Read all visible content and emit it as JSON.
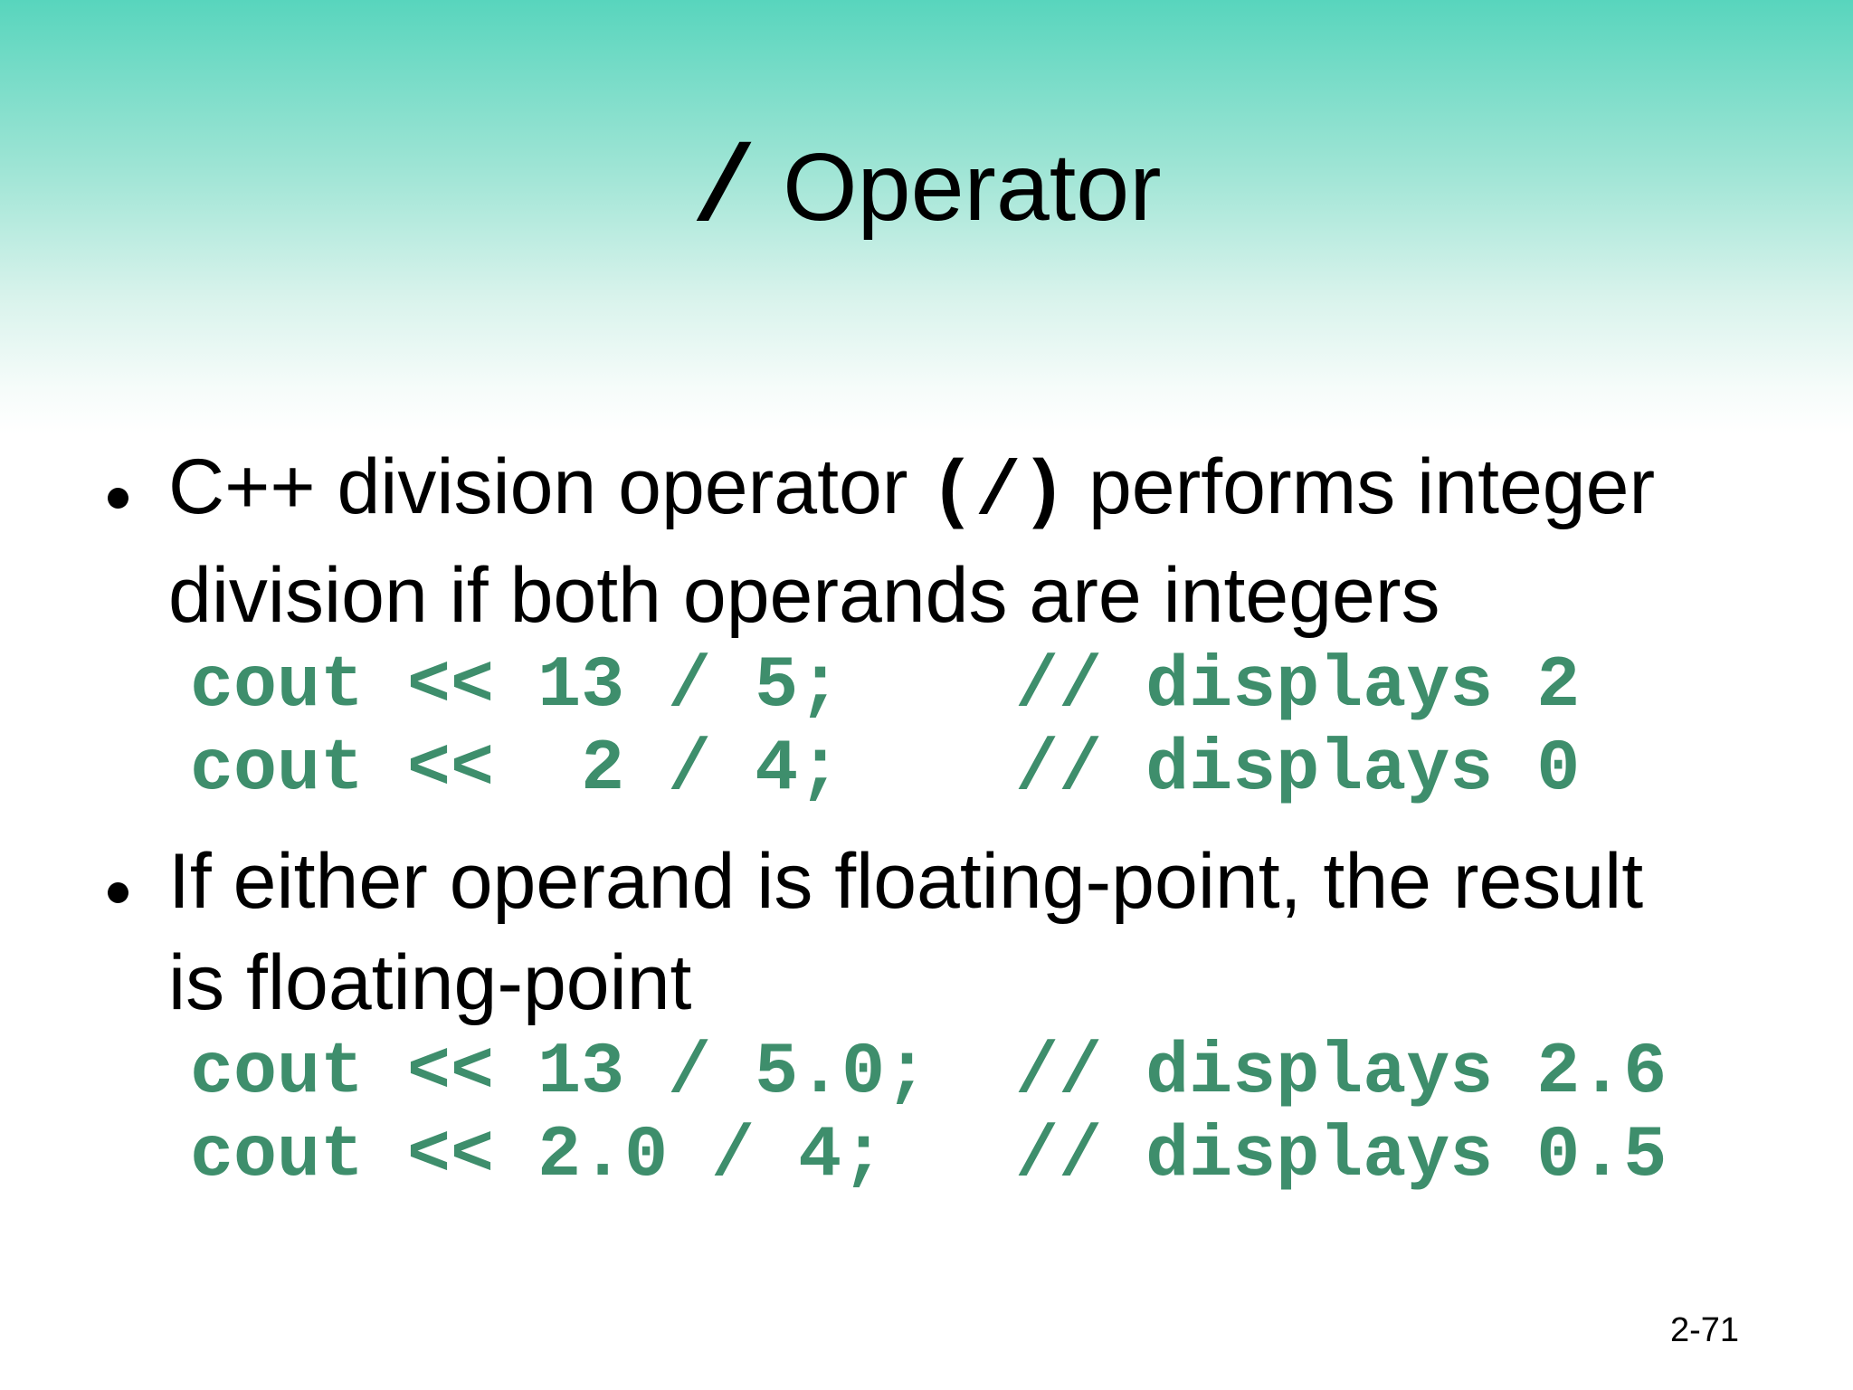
{
  "slide": {
    "title": {
      "symbol": "/",
      "text": " Operator"
    },
    "bullets": [
      {
        "lines": [
          {
            "segments": [
              {
                "text": "C++ division operator "
              },
              {
                "text": "(/)",
                "mono": true
              },
              {
                "text": " performs integer"
              }
            ]
          },
          {
            "segments": [
              {
                "text": "division if both operands are integers"
              }
            ]
          }
        ],
        "code": [
          "cout << 13 / 5;    // displays 2",
          "cout <<  2 / 4;    // displays 0"
        ]
      },
      {
        "lines": [
          {
            "segments": [
              {
                "text": "If either operand is floating-point, the result"
              }
            ]
          },
          {
            "segments": [
              {
                "text": "is floating-point"
              }
            ]
          }
        ],
        "code": [
          "cout << 13 / 5.0;  // displays 2.6",
          "cout << 2.0 / 4;   // displays 0.5"
        ]
      }
    ],
    "page_number": "2-71",
    "colors": {
      "gradient_top": "#58d5bd",
      "code_green": "#3e8e6c",
      "text": "#000000"
    }
  }
}
